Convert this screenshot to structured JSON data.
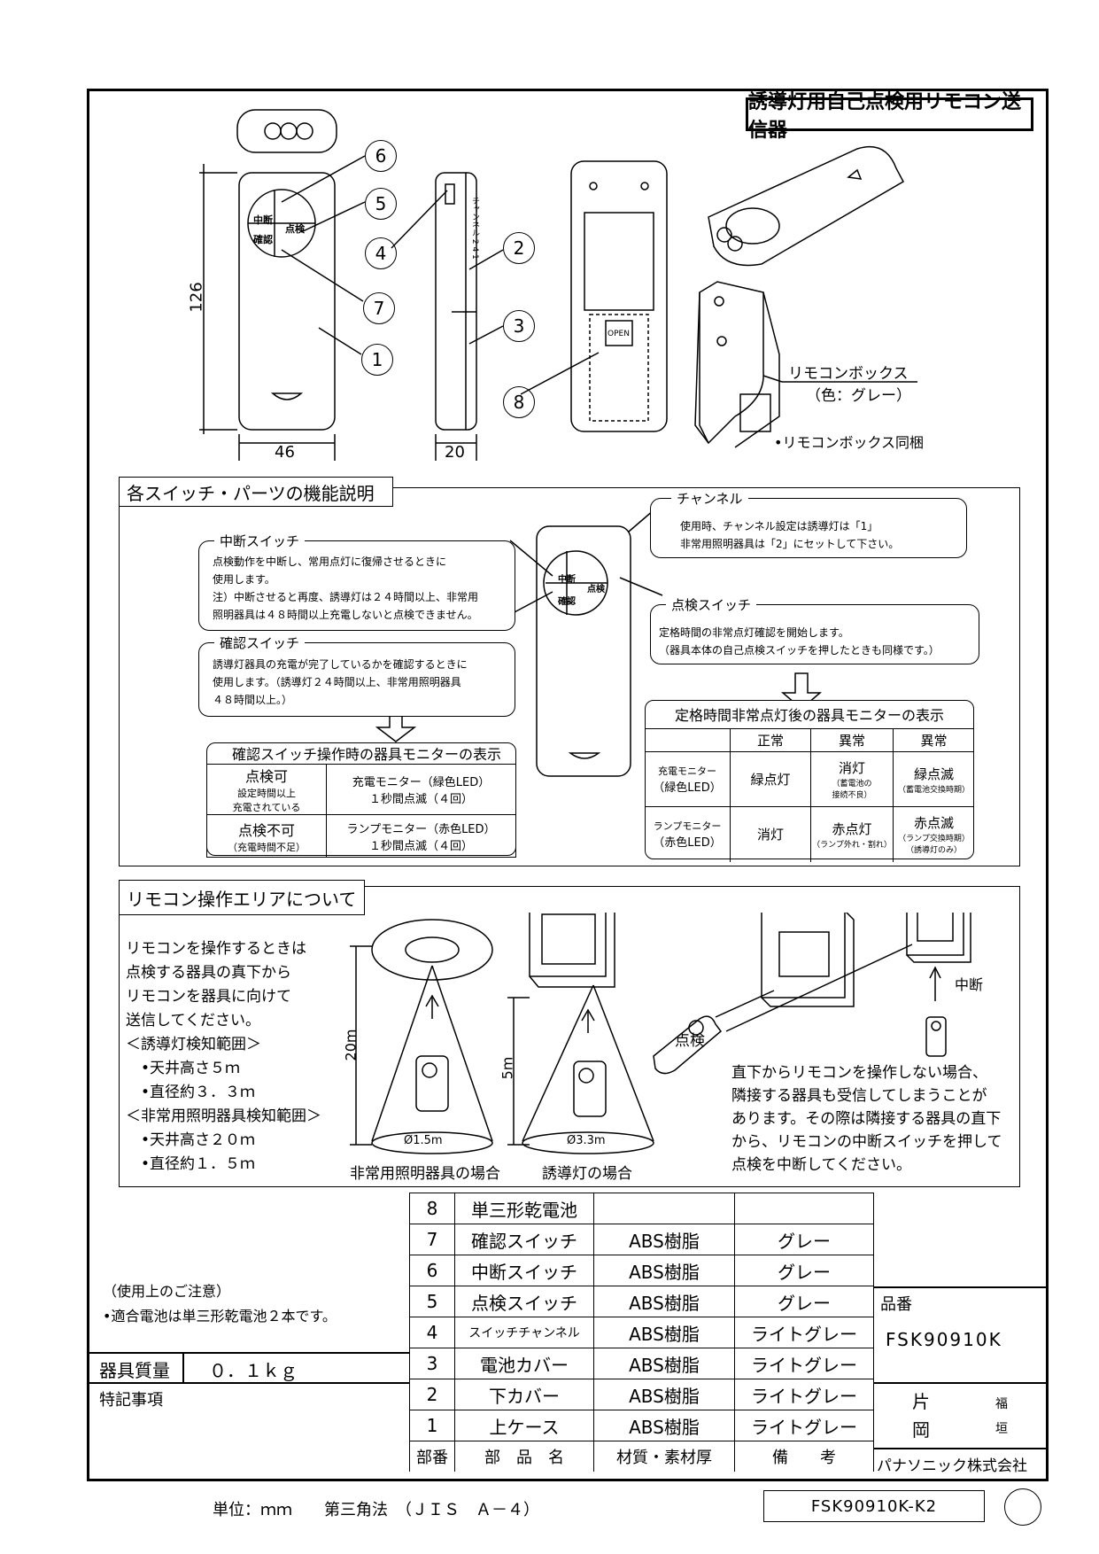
{
  "title": "誘導灯用自己点検用リモコン送信器",
  "dimensions": {
    "height": "126",
    "width": "46",
    "depth": "20"
  },
  "callouts": [
    "6",
    "5",
    "4",
    "7",
    "1",
    "2",
    "3",
    "8"
  ],
  "device_labels": {
    "pause": "中断",
    "check": "点検",
    "confirm": "確認",
    "channel": "チャンネル 2 4 1",
    "open": "OPEN"
  },
  "remote_box": {
    "name": "リモコンボックス",
    "color": "（色：グレー）",
    "bundled": "•リモコンボックス同梱"
  },
  "functions": {
    "title": "各スイッチ・パーツの機能説明",
    "channel": {
      "title": "チャンネル",
      "text": "使用時、チャンネル設定は誘導灯は「1」\n非常用照明器具は「2」にセットして下さい。"
    },
    "pause": {
      "title": "中断スイッチ",
      "text": "点検動作を中断し、常用点灯に復帰させるときに\n使用します。\n注）中断させると再度、誘導灯は２４時間以上、非常用\n照明器具は４８時間以上充電しないと点検できません。"
    },
    "check": {
      "title": "点検スイッチ",
      "text": "定格時間の非常点灯確認を開始します。\n（器具本体の自己点検スイッチを押したときも同様です。）"
    },
    "confirm": {
      "title": "確認スイッチ",
      "text": "誘導灯器具の充電が完了しているかを確認するときに\n使用します。（誘導灯２４時間以上、非常用照明器具\n４８時間以上。）"
    }
  },
  "confirm_monitor": {
    "title": "確認スイッチ操作時の器具モニターの表示",
    "rows": [
      {
        "state": "点検可",
        "sub1": "設定時間以上",
        "sub2": "充電されている",
        "desc1": "充電モニター（緑色LED）",
        "desc2": "１秒間点滅（４回）"
      },
      {
        "state": "点検不可",
        "sub1": "（充電時間不足）",
        "sub2": "",
        "desc1": "ランプモニター（赤色LED）",
        "desc2": "１秒間点滅（４回）"
      }
    ]
  },
  "rated_monitor": {
    "title": "定格時間非常点灯後の器具モニターの表示",
    "headers": [
      "正常",
      "異常",
      "異常"
    ],
    "rows": [
      {
        "label1": "充電モニター",
        "label2": "（緑色LED）",
        "normal": "緑点灯",
        "ab1": "消灯",
        "ab1_sub": "（蓄電池の\n接続不良）",
        "ab2": "緑点滅",
        "ab2_sub": "（蓄電池交換時期）"
      },
      {
        "label1": "ランプモニター",
        "label2": "（赤色LED）",
        "normal": "消灯",
        "ab1": "赤点灯",
        "ab1_sub": "（ランプ外れ・割れ）",
        "ab2": "赤点滅",
        "ab2_sub": "（ランプ交換時期）\n（誘導灯のみ）"
      }
    ]
  },
  "operation": {
    "title": "リモコン操作エリアについて",
    "text": "リモコンを操作するときは\n点検する器具の真下から\nリモコンを器具に向けて\n送信してください。\n＜誘導灯検知範囲＞\n　•天井高さ５ｍ\n　•直径約３．３ｍ\n＜非常用照明器具検知範囲＞\n　•天井高さ２０ｍ\n　•直径約１．５ｍ",
    "emergency_height": "20m",
    "guide_height": "5m",
    "emergency_diameter": "Ø1.5m",
    "guide_diameter": "Ø3.3m",
    "emergency_caption": "非常用照明器具の場合",
    "guide_caption": "誘導灯の場合",
    "check_label": "点検",
    "pause_label": "中断",
    "note": "直下からリモコンを操作しない場合、\n隣接する器具も受信してしまうことが\nあります。その際は隣接する器具の直下\nから、リモコンの中断スイッチを押して\n点検を中断してください。"
  },
  "parts": [
    {
      "no": "8",
      "name": "単三形乾電池",
      "material": "",
      "note": ""
    },
    {
      "no": "7",
      "name": "確認スイッチ",
      "material": "ABS樹脂",
      "note": "グレー"
    },
    {
      "no": "6",
      "name": "中断スイッチ",
      "material": "ABS樹脂",
      "note": "グレー"
    },
    {
      "no": "5",
      "name": "点検スイッチ",
      "material": "ABS樹脂",
      "note": "グレー"
    },
    {
      "no": "4",
      "name": "スイッチチャンネル",
      "material": "ABS樹脂",
      "note": "ライトグレー"
    },
    {
      "no": "3",
      "name": "電池カバー",
      "material": "ABS樹脂",
      "note": "ライトグレー"
    },
    {
      "no": "2",
      "name": "下カバー",
      "material": "ABS樹脂",
      "note": "ライトグレー"
    },
    {
      "no": "1",
      "name": "上ケース",
      "material": "ABS樹脂",
      "note": "ライトグレー"
    }
  ],
  "parts_header": {
    "no": "部番",
    "name": "部　品　名",
    "material": "材質・素材厚",
    "note": "備　　考"
  },
  "caution": {
    "title": "（使用上のご注意）",
    "text": "•適合電池は単三形乾電池２本です。"
  },
  "weight": {
    "label": "器具質量",
    "value": "０．１ｋｇ"
  },
  "special": "特記事項",
  "product": {
    "label": "品番",
    "number": "FSK90910K",
    "company": "パナソニック株式会社",
    "sign1": "片",
    "sign2": "岡",
    "sign3": "福",
    "sign4": "垣"
  },
  "footer": {
    "unit": "単位：ｍｍ　　第三角法　（ＪＩＳ　Ａ－４）",
    "code": "FSK90910K-K2"
  }
}
